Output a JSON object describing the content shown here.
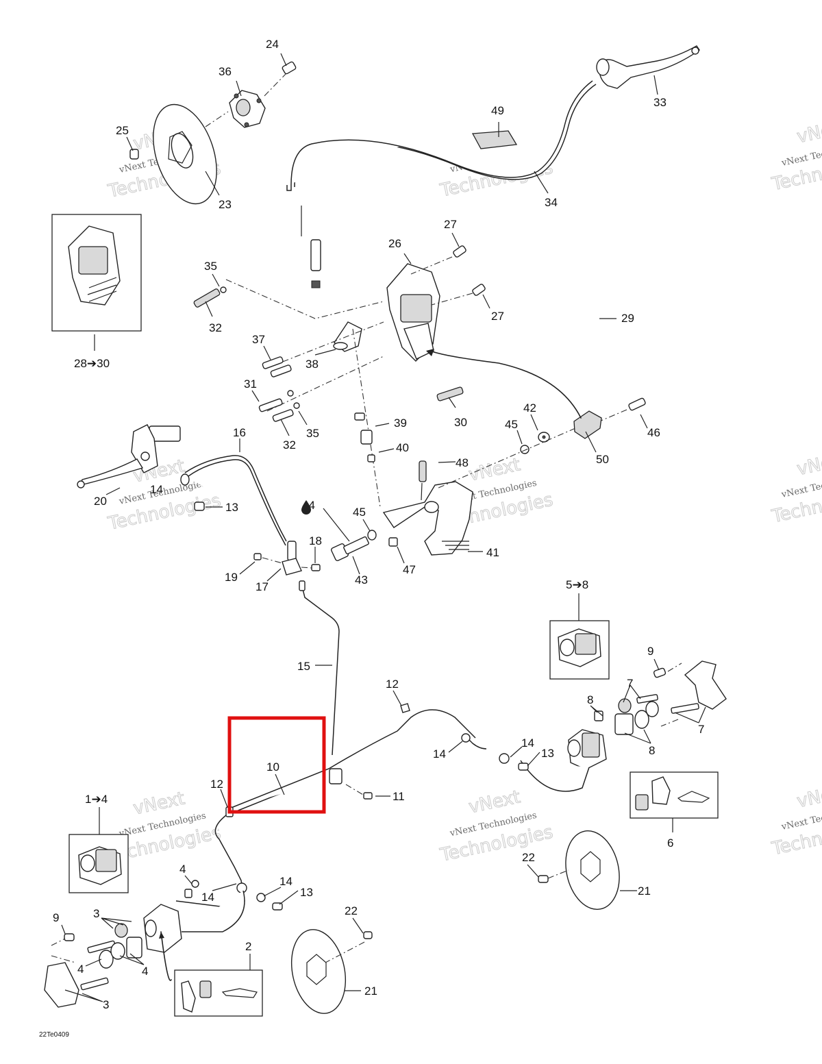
{
  "diagram": {
    "id_code": "22Te0409",
    "watermark": {
      "line1": "vNext",
      "line2": "vNext Technologies",
      "line3": "Technologies"
    },
    "highlight_color": "#e01010",
    "callouts": [
      "24",
      "36",
      "25",
      "23",
      "49",
      "33",
      "34",
      "27",
      "26",
      "35",
      "32",
      "27",
      "29",
      "28➔30",
      "37",
      "38",
      "31",
      "32",
      "35",
      "39",
      "30",
      "42",
      "45",
      "46",
      "16",
      "40",
      "48",
      "50",
      "20",
      "14",
      "13",
      "45",
      "44",
      "41",
      "18",
      "19",
      "17",
      "43",
      "47",
      "5➔8",
      "15",
      "9",
      "12",
      "7",
      "8",
      "14",
      "14",
      "13",
      "7",
      "10",
      "8",
      "12",
      "11",
      "1➔4",
      "6",
      "22",
      "4",
      "14",
      "13",
      "21",
      "14",
      "9",
      "3",
      "22",
      "2",
      "4",
      "4",
      "21",
      "3"
    ]
  }
}
